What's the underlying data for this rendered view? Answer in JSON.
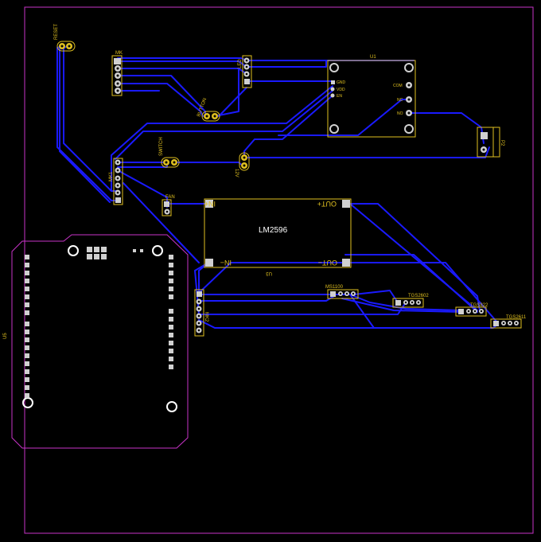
{
  "colors": {
    "background": "#000000",
    "board_edge": "#c833c8",
    "trace": "#1a1aff",
    "silk": "#e0c020",
    "pad": "#d0d0d0",
    "pad_hole": "#000000",
    "label_white": "#ffffff"
  },
  "labels": {
    "reset": "RESET",
    "mk": "MK",
    "led": "LED",
    "button": "BUTTON",
    "u1": "U1",
    "gnd": "GND",
    "vdd": "VDD",
    "en": "EN",
    "com": "COM",
    "nc": "NC",
    "no": "NO",
    "p2": "P2",
    "switch": "SWITCH",
    "v12": "12V",
    "mk1": "MK1",
    "fan": "FAN",
    "in_plus": "IN+",
    "out_plus": "OUT+",
    "lm2596": "LM2596",
    "in_minus": "IN−",
    "out_minus": "OUT−",
    "u3": "U3",
    "ms1100": "MS1100",
    "tgs2602": "TGS2602",
    "tgs822": "TGS822",
    "tgs2611": "TGS2611",
    "mk2": "MK2",
    "u5": "U5"
  }
}
